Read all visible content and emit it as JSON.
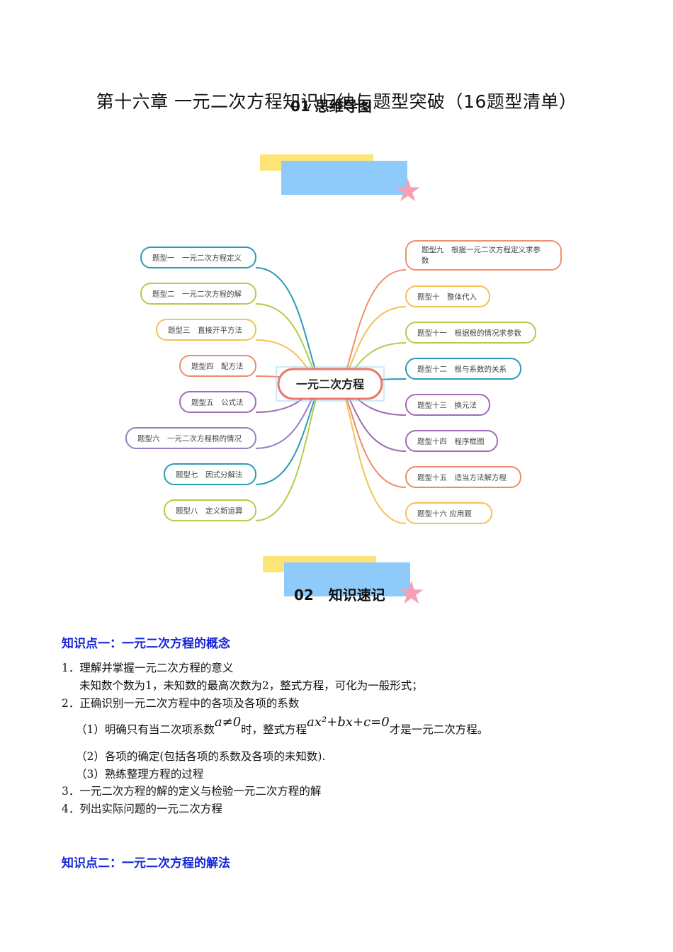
{
  "doc_title": "第十六章 一元二次方程知识归纳与题型突破（16题型清单）",
  "section1_title": "01 思维导图",
  "section2": {
    "num": "02",
    "title": "知识速记"
  },
  "mindmap": {
    "center": "一元二次方程",
    "left": [
      {
        "label": "题型一　一元二次方程定义",
        "color": "#2e9bb5"
      },
      {
        "label": "题型二　一元二次方程的解",
        "color": "#b4cc4a"
      },
      {
        "label": "题型三　直接开平方法",
        "color": "#f3c254"
      },
      {
        "label": "题型四　配方法",
        "color": "#ec8c6c"
      },
      {
        "label": "题型五　公式法",
        "color": "#a16ab5"
      },
      {
        "label": "题型六　一元二次方程根的情况",
        "color": "#9a7fc4"
      },
      {
        "label": "题型七　因式分解法",
        "color": "#2e9bb5"
      },
      {
        "label": "题型八　定义新运算",
        "color": "#b4cc4a"
      }
    ],
    "right": [
      {
        "label": "题型九　根据一元二次方程定义求参",
        "label2": "数",
        "color": "#f0906c"
      },
      {
        "label": "题型十　整体代入",
        "color": "#f3c254"
      },
      {
        "label": "题型十一　根据根的情况求参数",
        "color": "#b4cc4a"
      },
      {
        "label": "题型十二　根与系数的关系",
        "color": "#2e9bb5"
      },
      {
        "label": "题型十三　换元法",
        "color": "#a16ab5"
      },
      {
        "label": "题型十四　程序框图",
        "color": "#a16ab5"
      },
      {
        "label": "题型十五　适当方法解方程",
        "color": "#ec8c6c"
      },
      {
        "label": "题型十六 应用题",
        "color": "#f3c254"
      }
    ]
  },
  "kp1": {
    "title": "知识点一：一元二次方程的概念",
    "l1": "1．理解并掌握一元二次方程的意义",
    "l2": "未知数个数为1，未知数的最高次数为2，整式方程，可化为一般形式；",
    "l3": "2．正确识别一元二次方程中的各项及各项的系数",
    "l4a": "（1）明确只有当二次项系数",
    "l4m1": "a≠0",
    "l4b": "时，整式方程",
    "l4m2": "ax²+bx+c=0",
    "l4c": "才是一元二次方程。",
    "l5": "（2）各项的确定(包括各项的系数及各项的未知数).",
    "l6": "（3）熟练整理方程的过程",
    "l7": "3．一元二次方程的解的定义与检验一元二次方程的解",
    "l8": "4．列出实际问题的一元二次方程"
  },
  "kp2": {
    "title": "知识点二：一元二次方程的解法"
  }
}
